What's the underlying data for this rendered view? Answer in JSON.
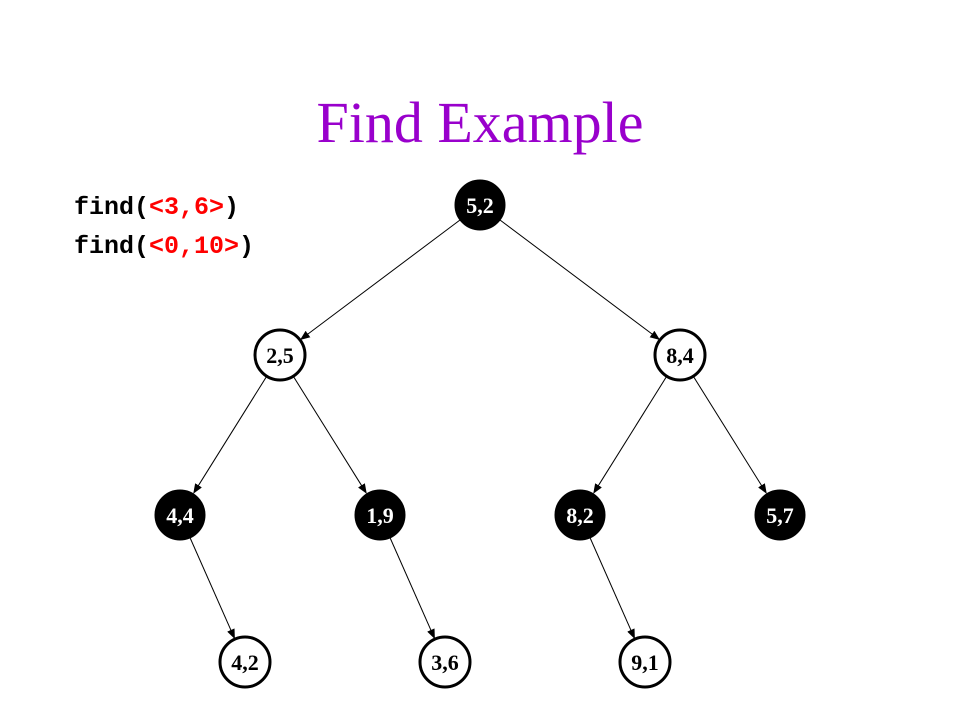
{
  "title": "Find Example",
  "colors": {
    "title": "#9900cc",
    "argument": "#ff0000",
    "text": "#000000",
    "filled_node": "#000000",
    "hollow_node": "#ffffff"
  },
  "code_lines": [
    {
      "prefix": "find(",
      "arg": "<3,6>",
      "suffix": ")"
    },
    {
      "prefix": "find(",
      "arg": "<0,10>",
      "suffix": ")"
    }
  ],
  "tree": {
    "nodes": [
      {
        "id": "n52",
        "label": "5,2",
        "filled": true
      },
      {
        "id": "n25",
        "label": "2,5",
        "filled": false
      },
      {
        "id": "n84",
        "label": "8,4",
        "filled": false
      },
      {
        "id": "n44",
        "label": "4,4",
        "filled": true
      },
      {
        "id": "n19",
        "label": "1,9",
        "filled": true
      },
      {
        "id": "n82",
        "label": "8,2",
        "filled": true
      },
      {
        "id": "n57",
        "label": "5,7",
        "filled": true
      },
      {
        "id": "n42",
        "label": "4,2",
        "filled": false
      },
      {
        "id": "n36",
        "label": "3,6",
        "filled": false
      },
      {
        "id": "n91",
        "label": "9,1",
        "filled": false
      }
    ],
    "edges": [
      {
        "from": "n52",
        "to": "n25"
      },
      {
        "from": "n52",
        "to": "n84"
      },
      {
        "from": "n25",
        "to": "n44"
      },
      {
        "from": "n25",
        "to": "n19"
      },
      {
        "from": "n84",
        "to": "n82"
      },
      {
        "from": "n84",
        "to": "n57"
      },
      {
        "from": "n44",
        "to": "n42"
      },
      {
        "from": "n19",
        "to": "n36"
      },
      {
        "from": "n82",
        "to": "n91"
      }
    ]
  }
}
